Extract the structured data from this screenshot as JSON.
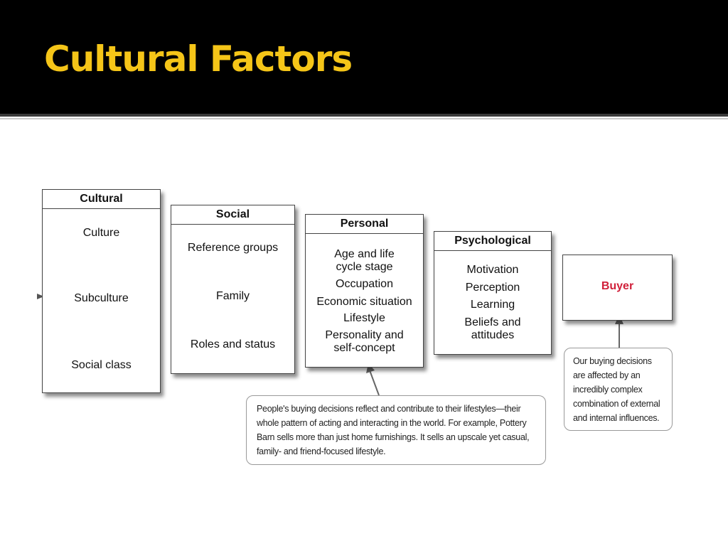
{
  "slide": {
    "title": "Cultural Factors"
  },
  "diagram": {
    "cultural": {
      "heading": "Cultural",
      "items": [
        "Culture",
        "Subculture",
        "Social class"
      ]
    },
    "social": {
      "heading": "Social",
      "items": [
        "Reference groups",
        "Family",
        "Roles and status"
      ]
    },
    "personal": {
      "heading": "Personal",
      "items": [
        "Age and life",
        "cycle stage",
        "Occupation",
        "Economic situation",
        "Lifestyle",
        "Personality and",
        "self-concept"
      ]
    },
    "psychological": {
      "heading": "Psychological",
      "items": [
        "Motivation",
        "Perception",
        "Learning",
        "Beliefs and",
        "attitudes"
      ]
    },
    "buyer": {
      "label": "Buyer"
    },
    "callouts": {
      "lifestyle": {
        "lines": [
          "People's buying decisions reflect and contribute to their lifestyles—their",
          "whole pattern of acting and interacting in the world. For example, Pottery",
          "Barn sells more than just home furnishings. It sells an upscale yet casual,",
          "family- and friend-focused lifestyle."
        ]
      },
      "buyer": {
        "lines": [
          "Our buying decisions",
          "are affected by an",
          "incredibly complex",
          "combination of external",
          "and internal influences."
        ]
      }
    },
    "colors": {
      "title": "#f5c518",
      "buyer": "#d0203a"
    }
  }
}
